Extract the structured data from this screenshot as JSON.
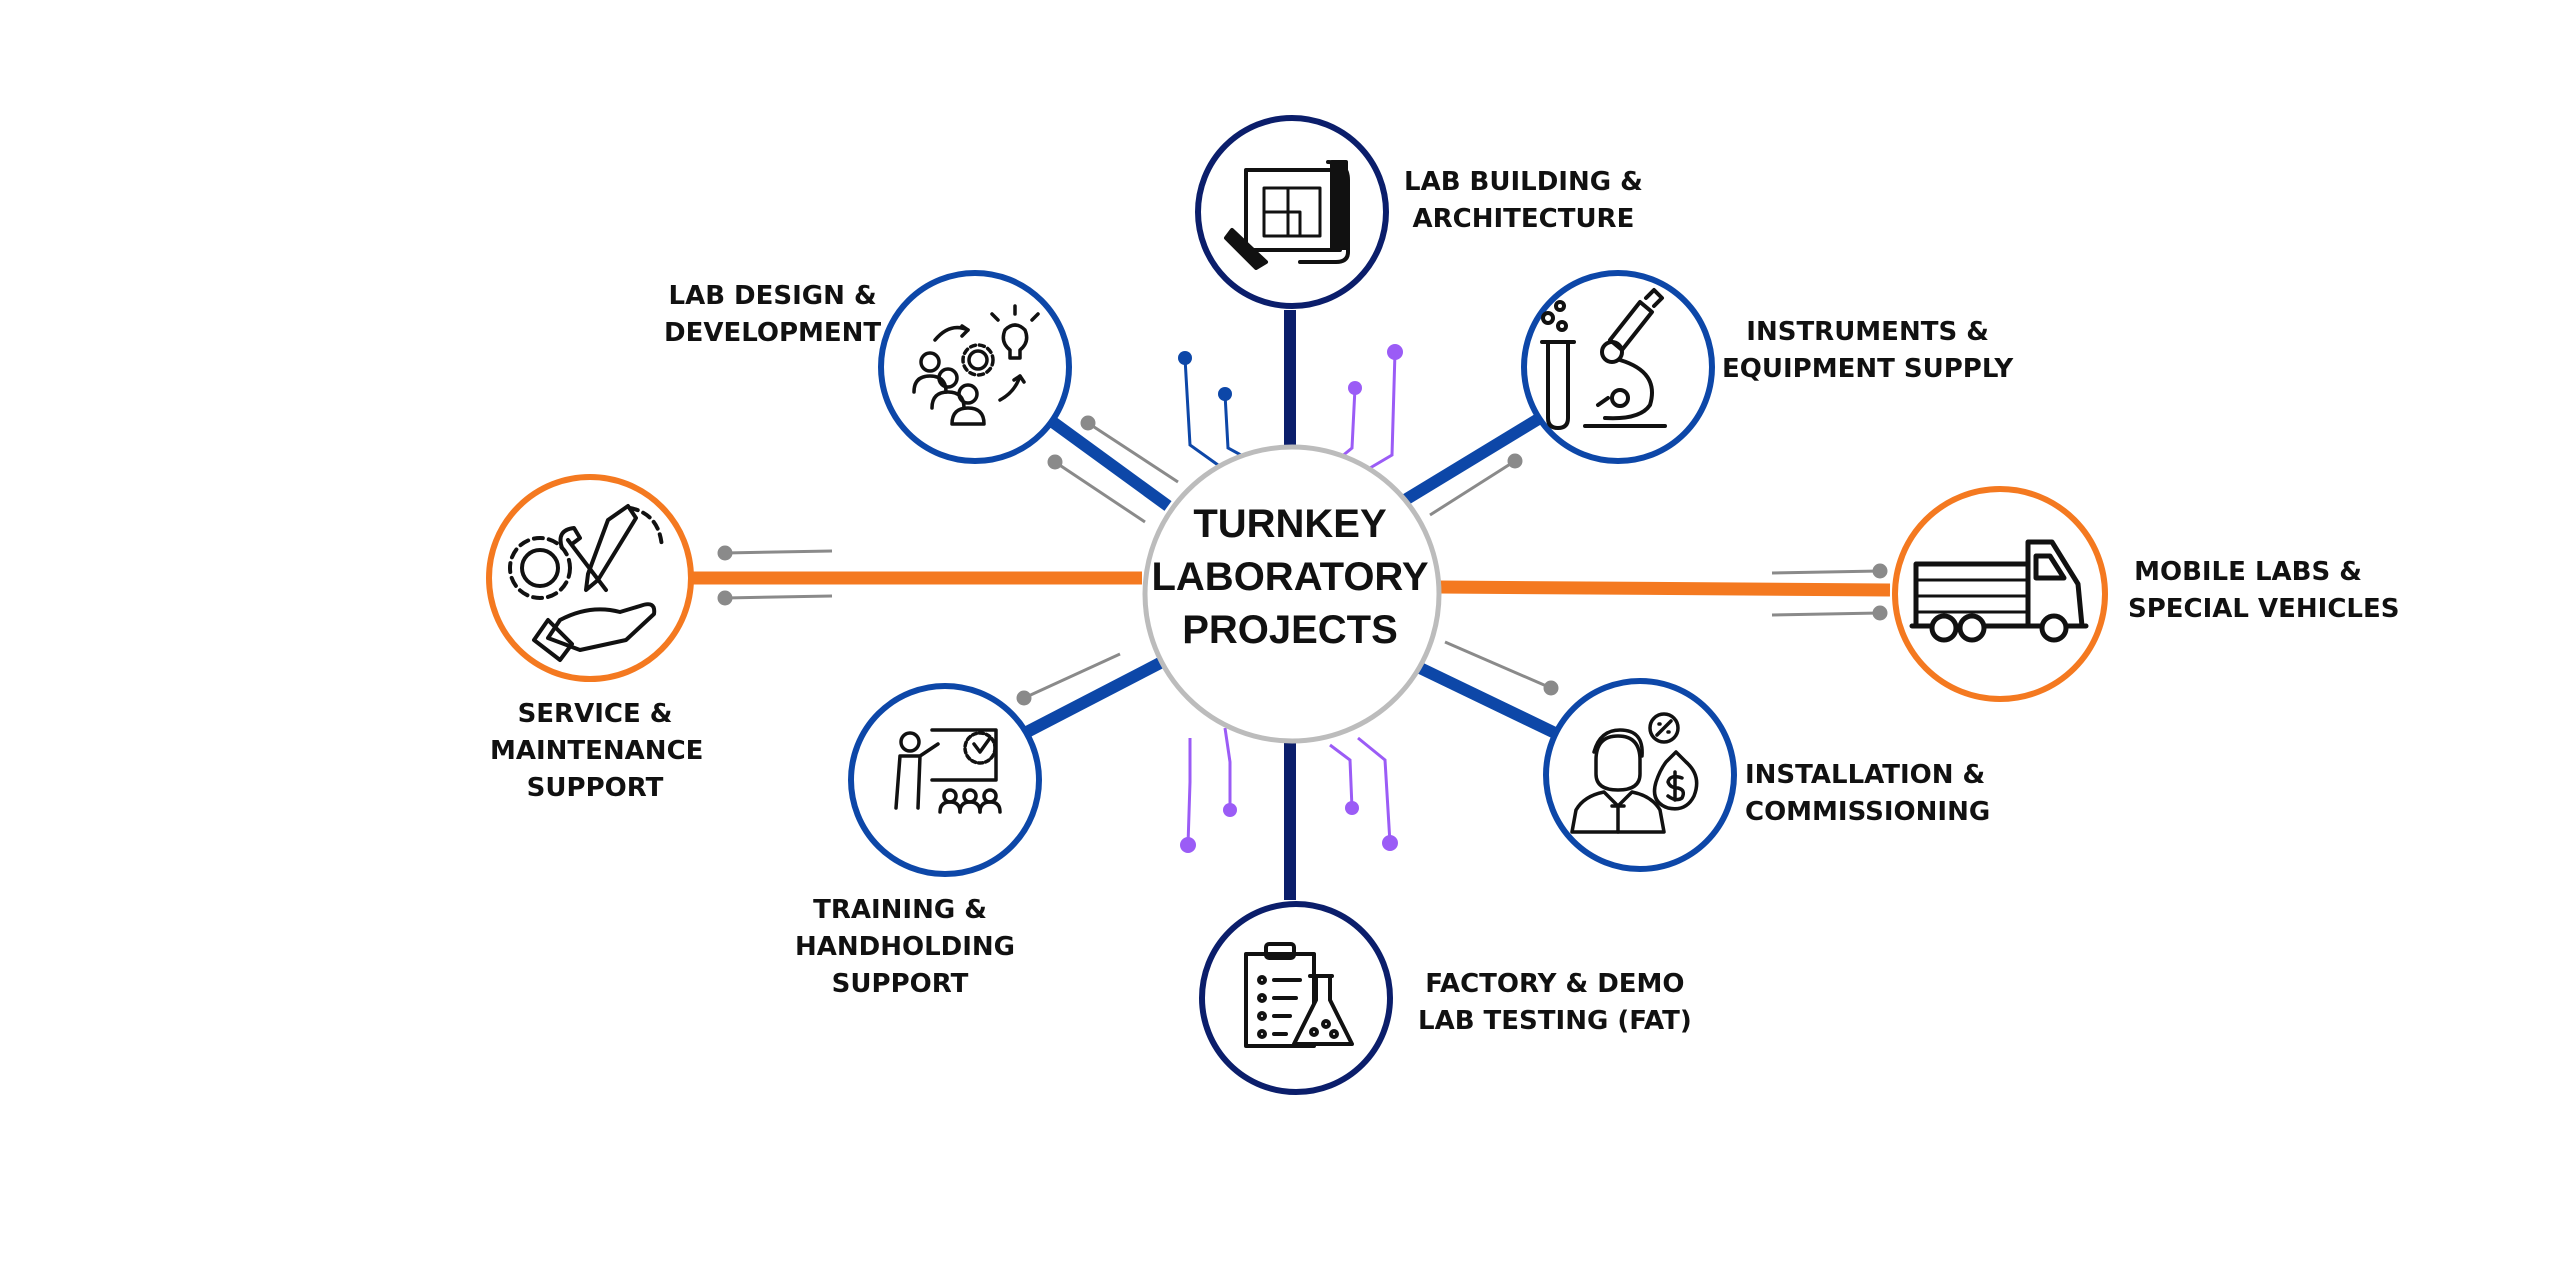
{
  "center": {
    "lines": [
      "TURNKEY",
      "LABORATORY",
      "PROJECTS"
    ]
  },
  "nodes": [
    {
      "id": "lab-building",
      "lines": [
        "LAB BUILDING &",
        "ARCHITECTURE"
      ],
      "icon": "blueprint-icon",
      "ring_color": "#0b1e6b"
    },
    {
      "id": "lab-design",
      "lines": [
        "LAB DESIGN &",
        "DEVELOPMENT"
      ],
      "icon": "team-ideas-icon",
      "ring_color": "#0d47a8"
    },
    {
      "id": "instruments",
      "lines": [
        "INSTRUMENTS &",
        "EQUIPMENT SUPPLY"
      ],
      "icon": "microscope-icon",
      "ring_color": "#0d47a8"
    },
    {
      "id": "service",
      "lines": [
        "SERVICE &",
        "MAINTENANCE",
        "SUPPORT"
      ],
      "icon": "tools-hand-icon",
      "ring_color": "#f47920"
    },
    {
      "id": "mobile-labs",
      "lines": [
        "MOBILE LABS &",
        "SPECIAL VEHICLES"
      ],
      "icon": "truck-icon",
      "ring_color": "#f47920"
    },
    {
      "id": "training",
      "lines": [
        "TRAINING &",
        "HANDHOLDING",
        "SUPPORT"
      ],
      "icon": "presentation-icon",
      "ring_color": "#0d47a8"
    },
    {
      "id": "installation",
      "lines": [
        "INSTALLATION &",
        "COMMISSIONING"
      ],
      "icon": "engineer-icon",
      "ring_color": "#0d47a8"
    },
    {
      "id": "factory",
      "lines": [
        "FACTORY & DEMO",
        "LAB TESTING (FAT)"
      ],
      "icon": "clipboard-flask-icon",
      "ring_color": "#0b1e6b"
    }
  ],
  "colors": {
    "navy": "#0b1e6b",
    "blue": "#0d47a8",
    "orange": "#f47920",
    "purple": "#9b5cf6",
    "gray": "#8a8a8a"
  }
}
